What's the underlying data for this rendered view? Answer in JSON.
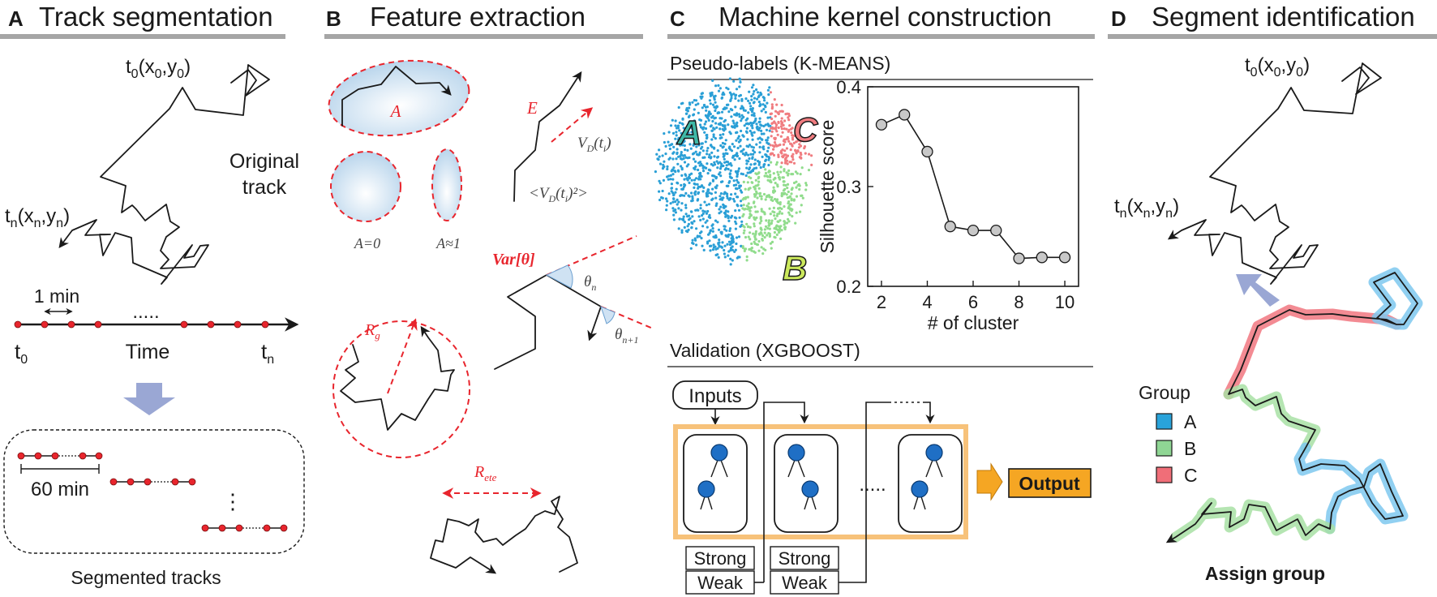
{
  "panels": {
    "a": {
      "letter": "A",
      "title": "Track segmentation"
    },
    "b": {
      "letter": "B",
      "title": "Feature extraction"
    },
    "c": {
      "letter": "C",
      "title": "Machine kernel construction"
    },
    "d": {
      "letter": "D",
      "title": "Segment identification"
    }
  },
  "panel_a": {
    "t0_label": "t",
    "t0_sub": "0",
    "t0_coord_open": "(x",
    "t0_coord_sep": ",y",
    "t0_coord_close": ")",
    "tn_label": "t",
    "tn_sub": "n",
    "tn_coord_open": "(x",
    "tn_coord_sep": ",y",
    "tn_coord_close": ")",
    "original_track_1": "Original",
    "original_track_2": "track",
    "interval_label": "1 min",
    "ellipsis": ".....",
    "axis_label": "Time",
    "axis_start": "t",
    "axis_start_sub": "0",
    "axis_end": "t",
    "axis_end_sub": "n",
    "segment_length": "60 min",
    "vertical_dots": "⋮",
    "caption": "Segmented tracks"
  },
  "panel_b": {
    "asym_label": "A",
    "asym_zero": "A=0",
    "asym_one": "A≈1",
    "e_label": "E",
    "vd_label": "V",
    "vd_sub": "D",
    "vd_arg": "(t",
    "vd_arg_sub": "i",
    "vd_close": ")",
    "msd_label": "<V",
    "msd_sub": "D",
    "msd_arg": "(t",
    "msd_arg_sub": "i",
    "msd_close": ")²>",
    "var_label": "Var[θ]",
    "theta_n": "θ",
    "theta_n_sub": "n",
    "theta_n1": "θ",
    "theta_n1_sub": "n+1",
    "rg_label": "R",
    "rg_sub": "g",
    "rete_label": "R",
    "rete_sub": "ete"
  },
  "panel_c": {
    "pseudo_title": "Pseudo-labels (K-MEANS)",
    "cluster_a": "A",
    "cluster_b": "B",
    "cluster_c": "C",
    "validation_title": "Validation (XGBOOST)",
    "inputs_label": "Inputs",
    "strong_label": "Strong",
    "weak_label": "Weak",
    "ellipsis": ".....",
    "output_label": "Output"
  },
  "panel_d": {
    "t0_label": "t",
    "t0_sub": "0",
    "t0_coord_open": "(x",
    "t0_coord_sep": ",y",
    "t0_coord_close": ")",
    "tn_label": "t",
    "tn_sub": "n",
    "tn_coord_open": "(x",
    "tn_coord_sep": ",y",
    "tn_coord_close": ")",
    "group_title": "Group",
    "groups": [
      {
        "label": "A",
        "color": "#29a3da"
      },
      {
        "label": "B",
        "color": "#8fd694"
      },
      {
        "label": "C",
        "color": "#f06e78"
      }
    ],
    "caption": "Assign group"
  },
  "colors": {
    "cluster_a": "#2a9fd6",
    "cluster_b": "#90dc8c",
    "cluster_c": "#f07c80",
    "red_accent": "#e8252d",
    "output_orange": "#f5a623",
    "arrow_blue": "#9aa7d4",
    "tree_node": "#1f6fc5",
    "header_bar": "#a6a6a6"
  },
  "chart_data": {
    "type": "line",
    "x": [
      2,
      3,
      4,
      5,
      6,
      7,
      8,
      9,
      10
    ],
    "series": [
      {
        "values": [
          0.362,
          0.372,
          0.335,
          0.26,
          0.256,
          0.256,
          0.228,
          0.229,
          0.229
        ]
      }
    ],
    "xlabel": "# of cluster",
    "ylabel": "Silhouette score",
    "xlim": [
      1.4,
      10.6
    ],
    "ylim": [
      0.2,
      0.4
    ],
    "xticks": [
      2,
      4,
      6,
      8,
      10
    ],
    "yticks": [
      0.2,
      0.3,
      0.4
    ],
    "grid": false,
    "marker": "circle",
    "marker_color": "#c8c8c8"
  }
}
